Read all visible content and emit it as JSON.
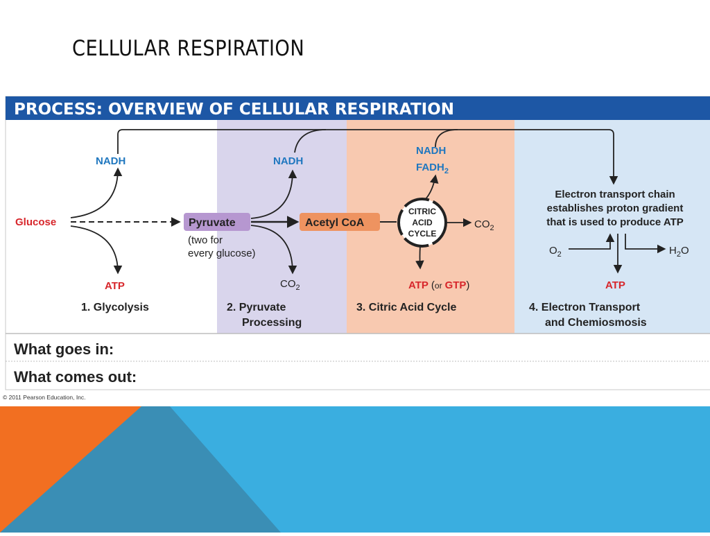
{
  "slide": {
    "title": "CELLULAR RESPIRATION"
  },
  "figure": {
    "banner": "PROCESS: OVERVIEW OF CELLULAR RESPIRATION",
    "glycolysis": {
      "nadh": "NADH",
      "glucose": "Glucose",
      "atp": "ATP",
      "stage": "1. Glycolysis"
    },
    "pyruvate": {
      "box": "Pyruvate",
      "note1": "(two for",
      "note2": "every glucose)",
      "nadh": "NADH",
      "co2": "CO",
      "stage1": "2. Pyruvate",
      "stage2": "Processing"
    },
    "citric": {
      "acetyl": "Acetyl CoA",
      "nadh": "NADH",
      "fadh": "FADH",
      "cycle1": "CITRIC",
      "cycle2": "ACID",
      "cycle3": "CYCLE",
      "co2": "CO",
      "atp": "ATP",
      "or": "or",
      "gtp": "GTP",
      "paren_open": "(",
      "paren_close": ")",
      "stage": "3. Citric Acid Cycle"
    },
    "etc": {
      "desc1": "Electron transport chain",
      "desc2": "establishes proton gradient",
      "desc3": "that is used to produce ATP",
      "o2": "O",
      "h2o_h": "H",
      "h2o_o": "O",
      "atp": "ATP",
      "stage1": "4. Electron Transport",
      "stage2": "and Chemiosmosis"
    },
    "subscript_2": "2",
    "rows": {
      "in": "What goes in:",
      "out": "What comes out:"
    },
    "copyright": "© 2011 Pearson Education, Inc."
  },
  "colors": {
    "banner": "#1d57a5",
    "glycolysis_bg": "#ffffff",
    "pyruvate_bg": "#d9d5ec",
    "citric_bg": "#f8c9b0",
    "etc_bg": "#d6e6f5",
    "pyruvate_box": "#b697d0",
    "acetyl_box": "#ee9360",
    "nadh_blue": "#1f77bf",
    "atp_red": "#d7262b",
    "footer_blue": "#3aaee0",
    "footer_teal": "#3a8eb5",
    "footer_orange": "#f26f21"
  }
}
